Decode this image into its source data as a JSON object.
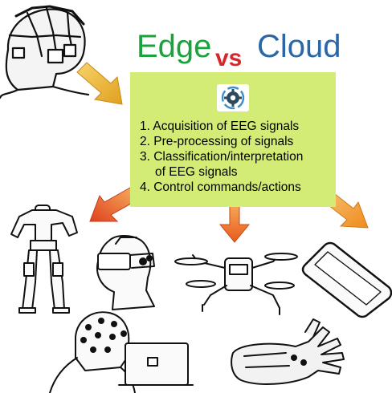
{
  "title": {
    "edge": "Edge",
    "vs": "vs",
    "cloud": "Cloud"
  },
  "steps": [
    "1. Acquisition of EEG signals",
    "2. Pre-processing of signals",
    "3. Classification/interpretation",
    "of EEG signals",
    "4. Control commands/actions"
  ],
  "colors": {
    "edge": "#1aa33c",
    "vs": "#d8262b",
    "cloud": "#2a67a7",
    "panel": "#d2ec75",
    "arrow_orange": "#f08a1c",
    "arrow_red": "#e0401e",
    "arrow_gold": "#e0a020"
  },
  "icons": [
    "eeg-headset-icon",
    "processing-gear-icon",
    "exoskeleton-icon",
    "vr-headset-icon",
    "drone-icon",
    "smartphone-icon",
    "eeg-laptop-user-icon",
    "robotic-hand-icon"
  ]
}
